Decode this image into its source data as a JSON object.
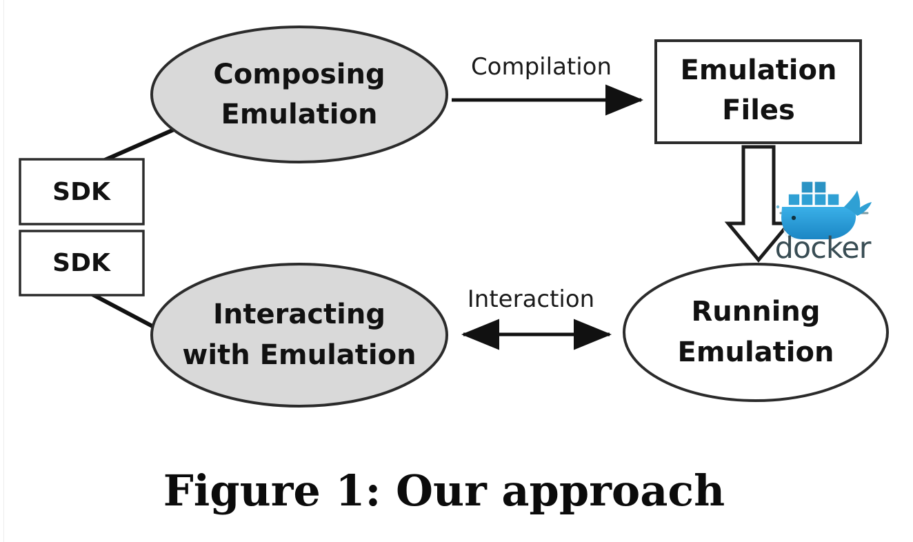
{
  "figure": {
    "caption": "Figure 1: Our approach",
    "background_color": "#ffffff"
  },
  "palette": {
    "node_fill_gray": "#d9d9d9",
    "node_fill_white": "#ffffff",
    "stroke": "#2b2b2b",
    "text": "#111111",
    "docker_blue": "#2496ed",
    "docker_blue_dark": "#1d7fc6",
    "docker_text": "#394d54",
    "page_rule": "#ececec"
  },
  "nodes": {
    "sdk_top": {
      "label": "SDK",
      "shape": "rectangle",
      "fill": "#ffffff"
    },
    "sdk_bottom": {
      "label": "SDK",
      "shape": "rectangle",
      "fill": "#ffffff"
    },
    "composing_emulation": {
      "label_line1": "Composing",
      "label_line2": "Emulation",
      "shape": "ellipse",
      "fill": "#d9d9d9"
    },
    "emulation_files": {
      "label_line1": "Emulation",
      "label_line2": "Files",
      "shape": "rectangle",
      "fill": "#ffffff"
    },
    "interacting_with_emulation": {
      "label_line1": "Interacting",
      "label_line2": "with Emulation",
      "shape": "ellipse",
      "fill": "#d9d9d9"
    },
    "running_emulation": {
      "label_line1": "Running",
      "label_line2": "Emulation",
      "shape": "ellipse",
      "fill": "#ffffff"
    }
  },
  "edges": {
    "compilation": {
      "label": "Compilation",
      "from": "composing_emulation",
      "to": "emulation_files",
      "direction": "forward"
    },
    "interaction": {
      "label": "Interaction",
      "from": "interacting_with_emulation",
      "to": "running_emulation",
      "direction": "both"
    },
    "deploy": {
      "label": "",
      "from": "emulation_files",
      "to": "running_emulation",
      "direction": "forward",
      "style": "block-arrow-hollow"
    },
    "sdk_top_connector": {
      "from": "sdk_top",
      "to": "composing_emulation",
      "direction": "none"
    },
    "sdk_bottom_connector": {
      "from": "sdk_bottom",
      "to": "interacting_with_emulation",
      "direction": "none"
    }
  },
  "logo": {
    "name": "docker-logo",
    "wordmark": "docker",
    "alt": "Docker whale carrying shipping containers"
  }
}
